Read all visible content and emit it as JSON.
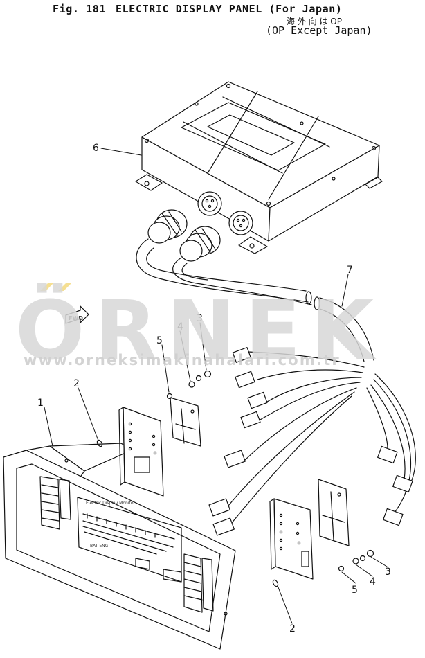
{
  "header": {
    "fig_label": "Fig. 181",
    "title": "ELECTRIC DISPLAY PANEL (For Japan)",
    "japanese_note": "海 外 向 は OP",
    "subtitle": "(OP Except Japan)"
  },
  "watermark": {
    "logo": "ÖRNEK",
    "url": "www.orneksimakinahalari.com.tr"
  },
  "fwd_label": "FWD",
  "callouts": {
    "c1": "1",
    "c2_left": "2",
    "c2_bottom": "2",
    "c3_top": "3",
    "c3_right": "3",
    "c4_top": "4",
    "c4_right": "4",
    "c5_top": "5",
    "c5_right": "5",
    "c6": "6",
    "c7": "7"
  },
  "colors": {
    "ink": "#111111",
    "watermark": "#d8d8d8",
    "watermark_accent": "#f2d777"
  }
}
